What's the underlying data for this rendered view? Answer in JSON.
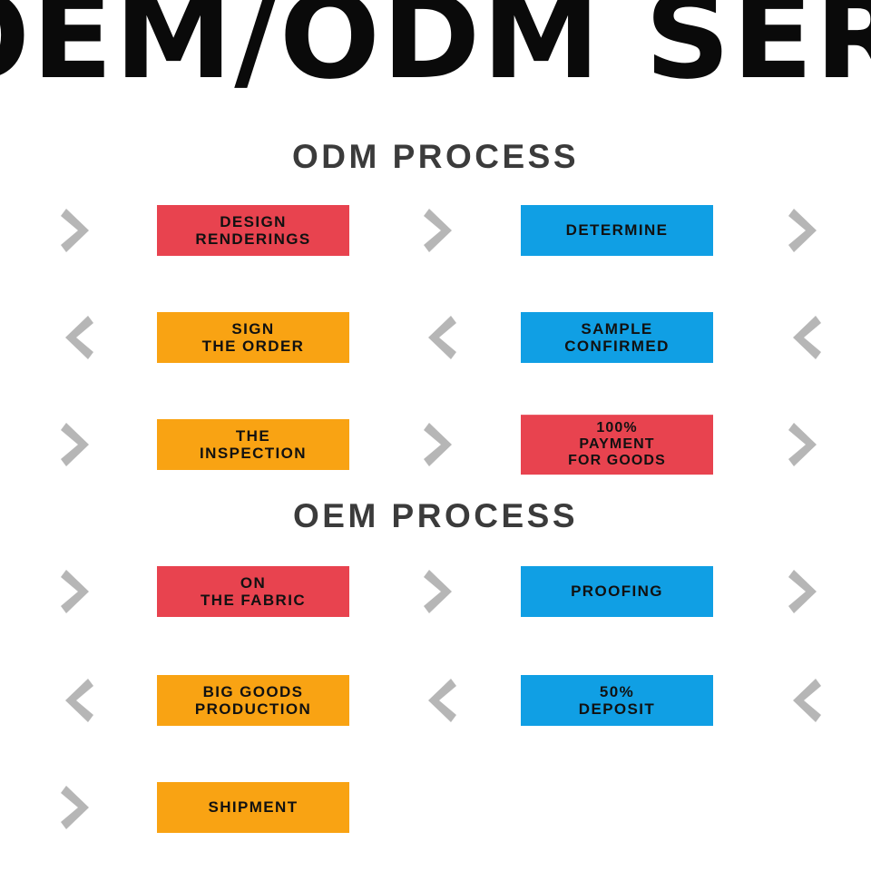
{
  "banner": {
    "title": "OEM/ODM SERVICE",
    "visible_text": "EM/ODM SERVIC",
    "color": "#0a0a0a"
  },
  "palette": {
    "red": "#e8434f",
    "blue": "#109fe4",
    "orange": "#f9a313",
    "arrow_gray": "#b6b6b6",
    "heading_gray": "#3b3b3b",
    "background": "#ffffff",
    "box_text": "#111111"
  },
  "sections": [
    {
      "heading": "ODM PROCESS",
      "rows": [
        {
          "arrow_direction": "right",
          "arrow_left": "chevron-right-icon",
          "arrow_middle": "chevron-right-icon",
          "arrow_right": "chevron-right-icon",
          "box_left": {
            "lines": [
              "DESIGN",
              "RENDERINGS"
            ],
            "color": "red"
          },
          "box_right": {
            "lines": [
              "DETERMINE"
            ],
            "color": "blue"
          }
        },
        {
          "arrow_direction": "left",
          "arrow_left": "chevron-left-icon",
          "arrow_middle": "chevron-left-icon",
          "arrow_right": "chevron-left-icon",
          "box_left": {
            "lines": [
              "SIGN",
              "THE ORDER"
            ],
            "color": "orange"
          },
          "box_right": {
            "lines": [
              "SAMPLE",
              "CONFIRMED"
            ],
            "color": "blue"
          }
        },
        {
          "arrow_direction": "right",
          "arrow_left": "chevron-right-icon",
          "arrow_middle": "chevron-right-icon",
          "arrow_right": "chevron-right-icon",
          "box_left": {
            "lines": [
              "THE",
              "INSPECTION"
            ],
            "color": "orange"
          },
          "box_right": {
            "lines": [
              "100%",
              "PAYMENT",
              "FOR GOODS"
            ],
            "color": "red"
          }
        }
      ]
    },
    {
      "heading": "OEM PROCESS",
      "rows": [
        {
          "arrow_direction": "right",
          "arrow_left": "chevron-right-icon",
          "arrow_middle": "chevron-right-icon",
          "arrow_right": "chevron-right-icon",
          "box_left": {
            "lines": [
              "ON",
              "THE FABRIC"
            ],
            "color": "red"
          },
          "box_right": {
            "lines": [
              "PROOFING"
            ],
            "color": "blue"
          }
        },
        {
          "arrow_direction": "left",
          "arrow_left": "chevron-left-icon",
          "arrow_middle": "chevron-left-icon",
          "arrow_right": "chevron-left-icon",
          "box_left": {
            "lines": [
              "BIG GOODS",
              "PRODUCTION"
            ],
            "color": "orange"
          },
          "box_right": {
            "lines": [
              "50%",
              "DEPOSIT"
            ],
            "color": "blue"
          }
        },
        {
          "arrow_direction": "right",
          "arrow_left": "chevron-right-icon",
          "arrow_middle": null,
          "arrow_right": null,
          "box_left": {
            "lines": [
              "SHIPMENT"
            ],
            "color": "orange"
          },
          "box_right": null
        }
      ]
    }
  ]
}
